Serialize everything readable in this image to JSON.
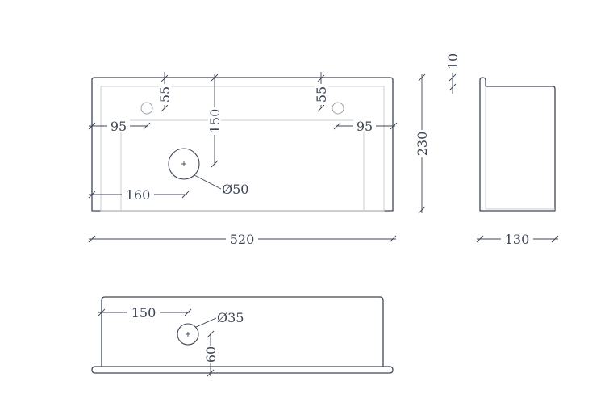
{
  "colors": {
    "line": "#3d4656",
    "inner_line": "#c8ccd2",
    "background": "#ffffff"
  },
  "front_view": {
    "overall_width": "520",
    "height": "230",
    "tap_hole_offset_left": "95",
    "tap_hole_offset_right": "95",
    "tap_hole_depth_left": "55",
    "tap_hole_depth_right": "55",
    "drain_depth": "150",
    "drain_offset": "160",
    "drain_diameter": "Ø50"
  },
  "side_view": {
    "depth": "130",
    "lip_height": "10"
  },
  "top_view": {
    "drain_offset": "150",
    "drain_diameter": "Ø35",
    "drain_depth": "60"
  }
}
